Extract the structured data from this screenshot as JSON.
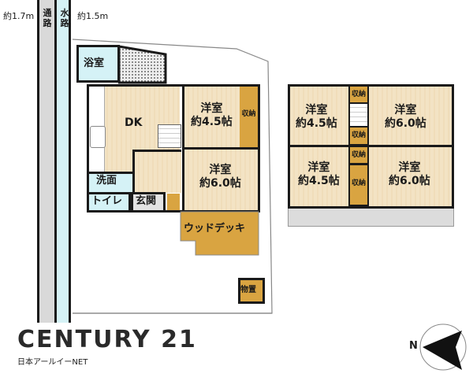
{
  "plan": {
    "left_width_label": "約1.7m",
    "passage_label": "通路",
    "waterway_label": "水路",
    "right_width_label": "約1.5m",
    "floor1": {
      "bath": "浴室",
      "dk": "DK",
      "room_a": {
        "name": "洋室",
        "size": "約4.5帖"
      },
      "storage_a": "収納",
      "room_b": {
        "name": "洋室",
        "size": "約6.0帖"
      },
      "washroom": "洗面",
      "toilet": "トイレ",
      "entrance": "玄関",
      "deck": "ウッドデッキ",
      "shed": "物置"
    },
    "floor2": {
      "room_tl": {
        "name": "洋室",
        "size": "約4.5帖"
      },
      "room_tr": {
        "name": "洋室",
        "size": "約6.0帖"
      },
      "room_bl": {
        "name": "洋室",
        "size": "約4.5帖"
      },
      "room_br": {
        "name": "洋室",
        "size": "約6.0帖"
      },
      "storage_1": "収納",
      "storage_2": "収納",
      "storage_3": "収納",
      "storage_4": "収納"
    }
  },
  "branding": {
    "logo": "CENTURY 21",
    "company": "日本アールイーNET"
  },
  "compass": {
    "north_label": "N"
  },
  "colors": {
    "wood_floor": "#f3e3c4",
    "storage": "#d9a441",
    "water_room": "#d5f2f6",
    "wall": "#1a1a1a",
    "waterway": "#d5f2f6",
    "passage": "#d9d9d9"
  }
}
